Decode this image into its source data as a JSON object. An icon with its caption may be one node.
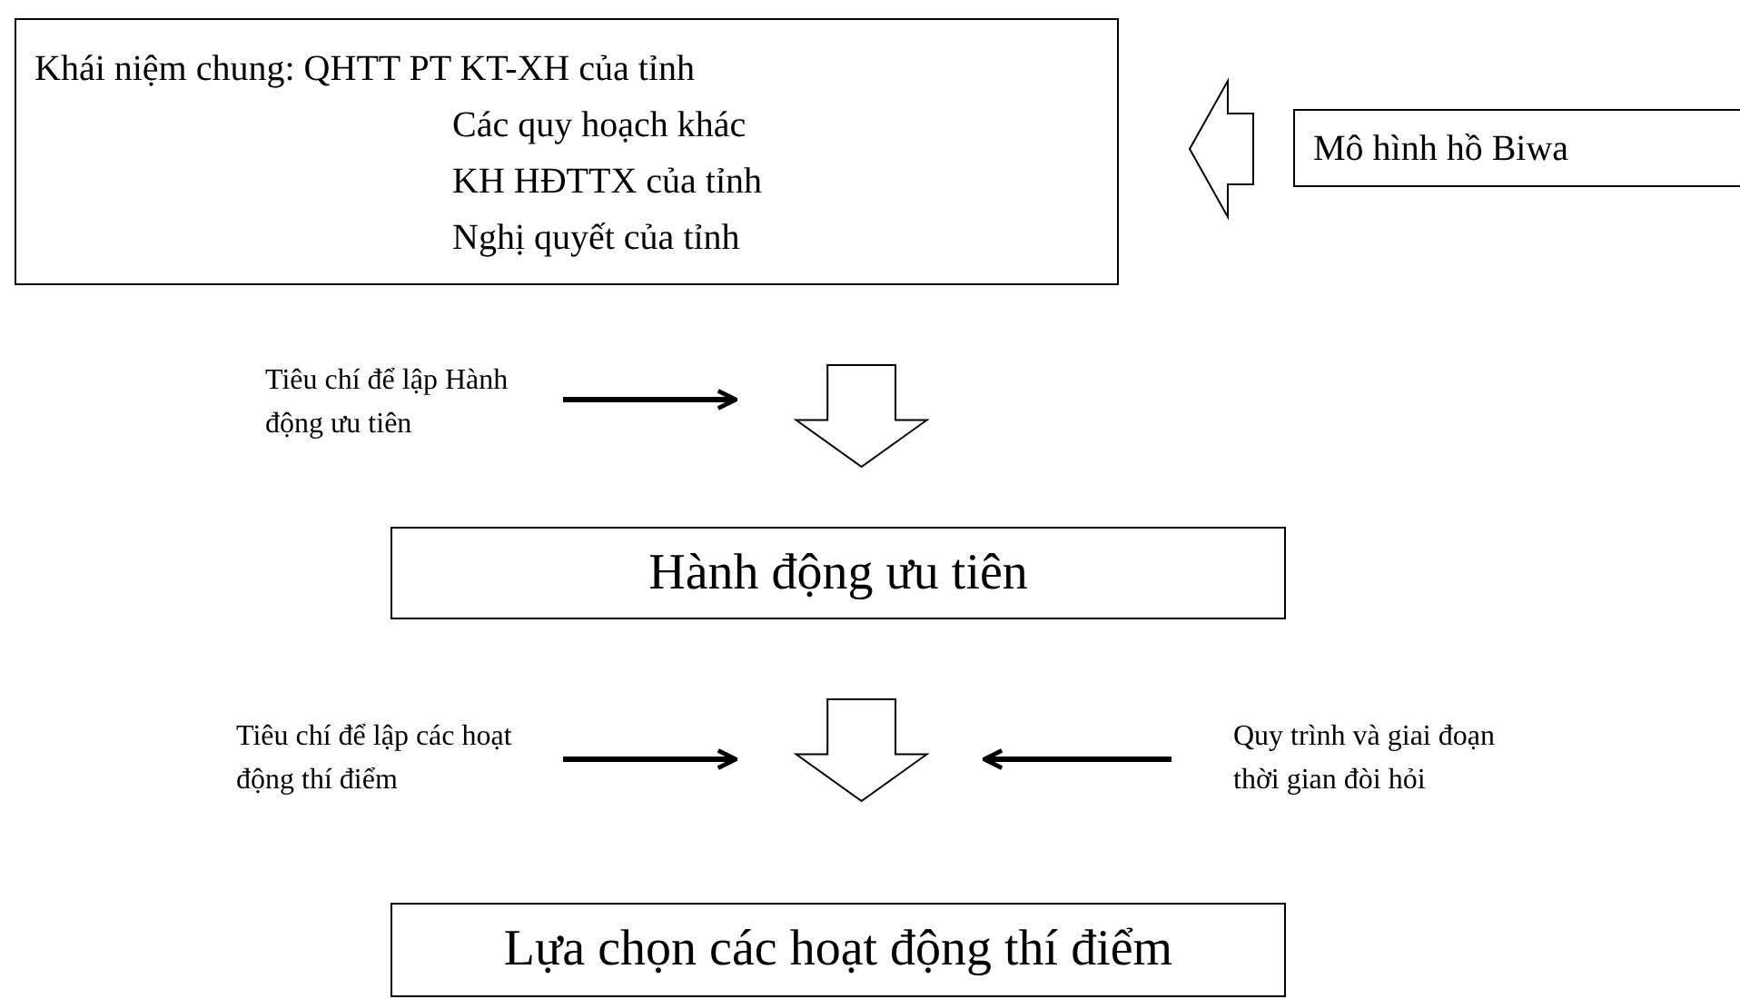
{
  "diagram": {
    "nodes": [
      {
        "text": [
          "Khái niệm chung: QHTT PT KT-XH của tỉnh",
          "Các quy hoạch khác",
          "KH HĐTTX của tỉnh",
          "Nghị quyết của tỉnh"
        ]
      },
      {
        "text": [
          "Mô hình hồ Biwa"
        ]
      },
      {
        "text": [
          "Tiêu chí để lập Hành động ưu tiên"
        ]
      },
      {
        "text": [
          "Hành động ưu tiên"
        ]
      },
      {
        "text": [
          "Tiêu chí để lập các hoạt động thí điểm"
        ]
      },
      {
        "text": [
          "Quy trình và giai đoạn thời gian đòi hỏi"
        ]
      },
      {
        "text": [
          "Lựa chọn các hoạt động thí điểm"
        ]
      }
    ],
    "edges": [
      {
        "from": 1,
        "to": 0,
        "arrow": "to"
      },
      {
        "from": 0,
        "to": 3,
        "arrow": "to"
      },
      {
        "from": 2,
        "to": null,
        "arrow": "to"
      },
      {
        "from": 3,
        "to": 6,
        "arrow": "to"
      },
      {
        "from": 4,
        "to": null,
        "arrow": "to"
      },
      {
        "from": 5,
        "to": null,
        "arrow": "to"
      }
    ]
  }
}
